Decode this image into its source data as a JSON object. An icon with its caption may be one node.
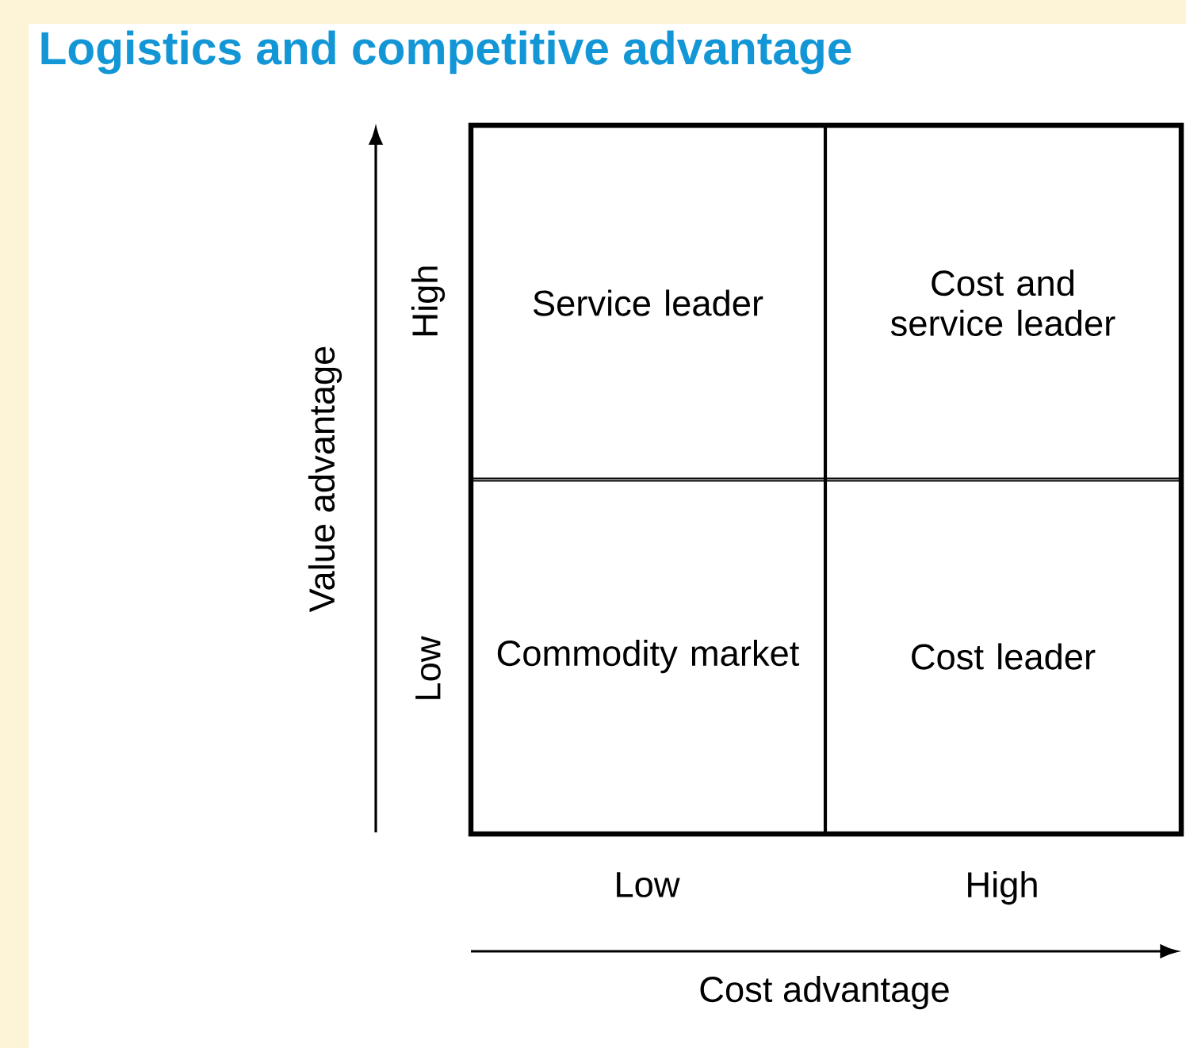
{
  "diagram": {
    "title": "Logistics and competitive advantage",
    "nodes": [
      {
        "text": [
          "Service leader"
        ]
      },
      {
        "text": [
          "Cost and service leader"
        ]
      },
      {
        "text": [
          "Commodity market"
        ]
      },
      {
        "text": [
          "Cost leader"
        ]
      }
    ],
    "labels": [
      "Value advantage",
      "High",
      "Low",
      "Low",
      "High",
      "Cost advantage"
    ]
  }
}
